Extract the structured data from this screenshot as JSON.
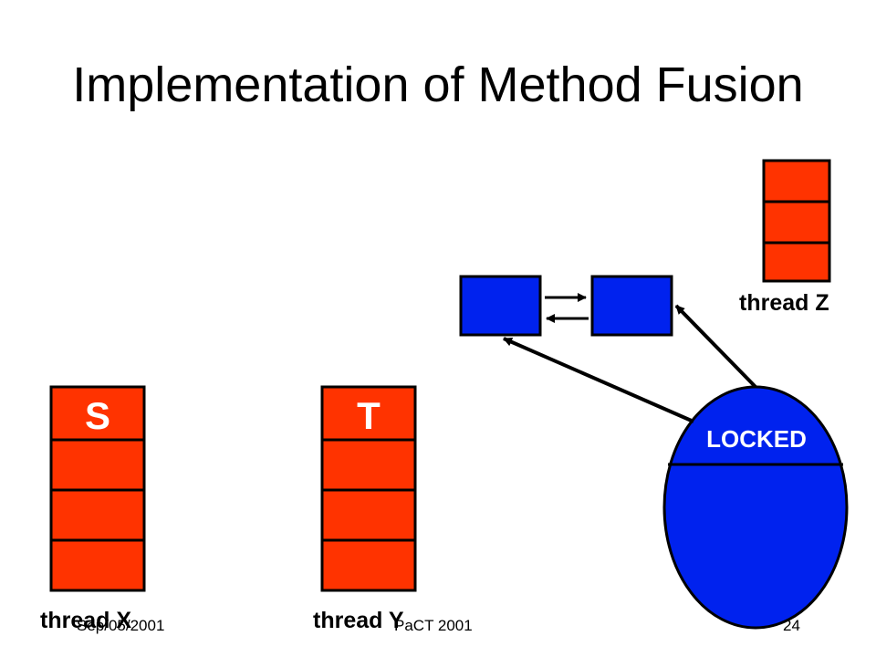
{
  "slide": {
    "title": "Implementation of Method Fusion",
    "footer": {
      "date": "Sep/05/2001",
      "venue": "PaCT 2001",
      "page": "24"
    }
  },
  "stacks": {
    "x": {
      "label": "thread X",
      "top_cell": "S"
    },
    "y": {
      "label": "thread Y",
      "top_cell": "T"
    },
    "z": {
      "label": "thread Z"
    }
  },
  "lock": {
    "label": "LOCKED"
  },
  "colors": {
    "stack_frame": "#ff3300",
    "object": "#0022ee",
    "outline": "#000000"
  }
}
